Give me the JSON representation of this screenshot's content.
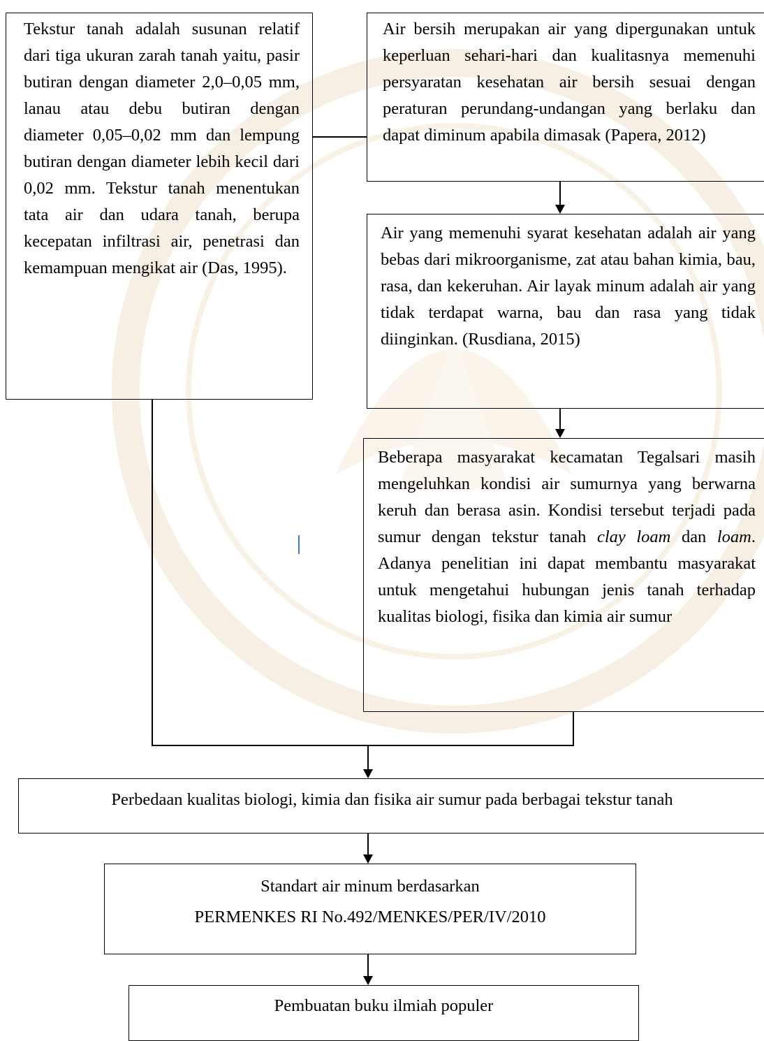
{
  "diagram": {
    "soil_texture": "Tekstur tanah adalah susunan relatif dari tiga ukuran zarah tanah yaitu, pasir butiran dengan diameter 2,0–0,05 mm, lanau atau debu butiran dengan diameter 0,05–0,02 mm dan lempung butiran dengan diameter lebih kecil dari 0,02 mm. Tekstur tanah menentukan tata air dan udara tanah, berupa kecepatan infiltrasi air, penetrasi dan kemampuan mengikat air (Das, 1995).",
    "clean_water": "Air bersih merupakan air yang dipergunakan untuk keperluan sehari-hari dan kualitasnya memenuhi persyaratan kesehatan air bersih sesuai dengan peraturan perundang-undangan yang berlaku dan dapat diminum apabila dimasak (Papera, 2012)",
    "health_water": "Air yang memenuhi syarat kesehatan adalah air yang bebas dari mikroorganisme, zat atau bahan kimia, bau, rasa, dan kekeruhan. Air layak minum adalah air yang tidak terdapat warna, bau dan rasa yang tidak diinginkan. (Rusdiana, 2015)",
    "community": {
      "part1": "Beberapa masyarakat kecamatan Tegalsari masih mengeluhkan kondisi air sumurnya yang berwarna keruh dan berasa asin. Kondisi tersebut terjadi pada sumur dengan tekstur tanah ",
      "clay_loam": "clay loam",
      "part2": " dan ",
      "loam": "loam",
      "part3": ". Adanya penelitian ini dapat membantu masyarakat untuk mengetahui hubungan jenis tanah terhadap kualitas biologi, fisika dan kimia air sumur"
    },
    "difference": "Perbedaan kualitas biologi, kimia dan fisika air sumur pada berbagai tekstur tanah",
    "standard_line1": "Standart air minum berdasarkan",
    "standard_line2": "PERMENKES RI  No.492/MENKES/PER/IV/2010",
    "book": "Pembuatan buku ilmiah populer"
  }
}
